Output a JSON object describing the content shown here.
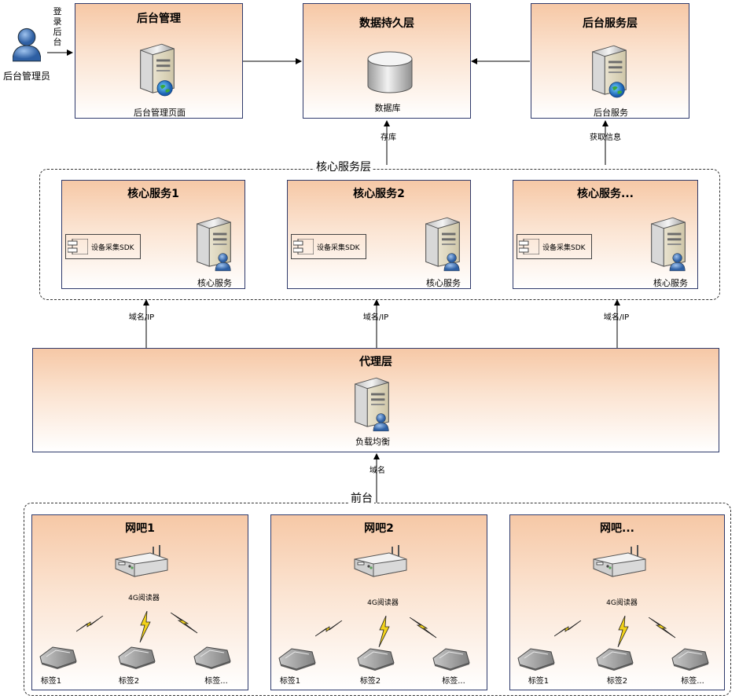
{
  "admin": {
    "person_label": "后台管理员",
    "login_label": "登录后台"
  },
  "top": {
    "admin_box": {
      "title": "后台管理",
      "icon_label": "后台管理页面"
    },
    "db_box": {
      "title": "数据持久层",
      "icon_label": "数据库"
    },
    "service_box": {
      "title": "后台服务层",
      "icon_label": "后台服务"
    },
    "store_label": "存库",
    "fetch_label": "获取信息"
  },
  "core_layer": {
    "title": "核心服务层",
    "services": [
      {
        "title": "核心服务1",
        "sdk_label": "设备采集SDK",
        "icon_label": "核心服务"
      },
      {
        "title": "核心服务2",
        "sdk_label": "设备采集SDK",
        "icon_label": "核心服务"
      },
      {
        "title": "核心服务...",
        "sdk_label": "设备采集SDK",
        "icon_label": "核心服务"
      }
    ],
    "edge_labels": [
      "域名/IP",
      "域名/IP",
      "域名/IP"
    ]
  },
  "proxy": {
    "title": "代理层",
    "icon_label": "负载均衡",
    "edge_label": "域名"
  },
  "front": {
    "title": "前台",
    "cafes": [
      {
        "title": "网吧1",
        "reader_label": "4G阅读器",
        "tags": [
          "标签1",
          "标签2",
          "标签..."
        ]
      },
      {
        "title": "网吧2",
        "reader_label": "4G阅读器",
        "tags": [
          "标签1",
          "标签2",
          "标签..."
        ]
      },
      {
        "title": "网吧...",
        "reader_label": "4G阅读器",
        "tags": [
          "标签1",
          "标签2",
          "标签..."
        ]
      }
    ]
  }
}
